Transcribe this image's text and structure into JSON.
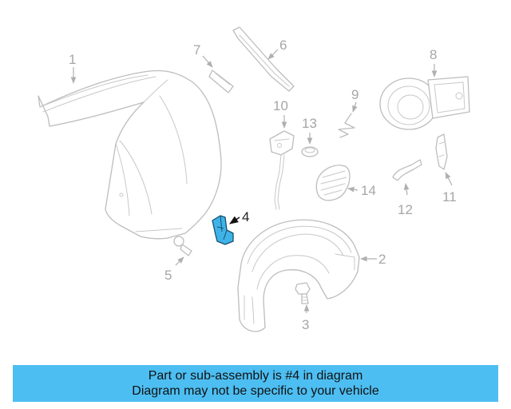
{
  "diagram": {
    "highlight_color": "#3fb3e8",
    "line_color": "#bdbdbd",
    "highlighted_part": "4",
    "callouts": {
      "p1": "1",
      "p2": "2",
      "p3": "3",
      "p4": "4",
      "p5": "5",
      "p6": "6",
      "p7": "7",
      "p8": "8",
      "p9": "9",
      "p10": "10",
      "p11": "11",
      "p12": "12",
      "p13": "13",
      "p14": "14"
    }
  },
  "banner": {
    "background": "#4dbef2",
    "line1": "Part or sub-assembly is #4 in diagram",
    "line2": "Diagram may not be specific to your vehicle"
  }
}
